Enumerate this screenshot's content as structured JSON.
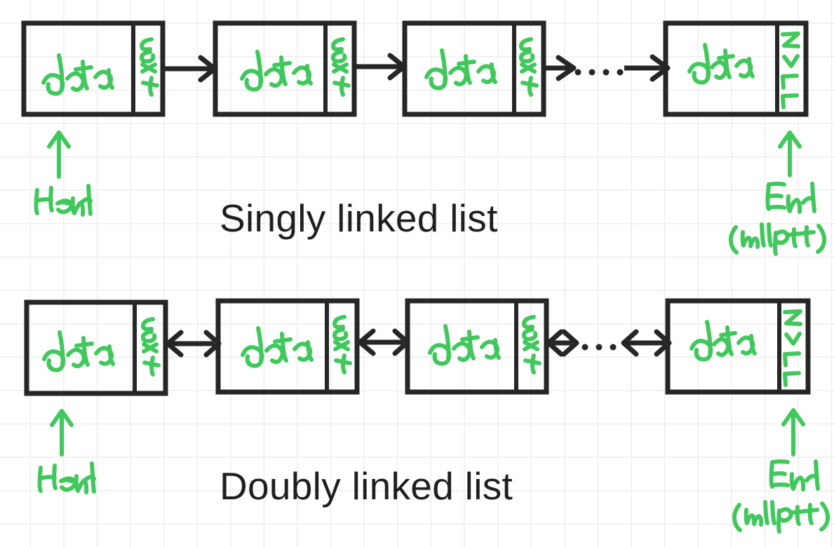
{
  "diagram": {
    "kind": "hand-drawn-whiteboard-diagram",
    "background": "graph-paper-grid",
    "colors": {
      "ink": "#262626",
      "handwriting": "#41c85c",
      "grid": "#ededed",
      "paper": "#ffffff"
    }
  },
  "sections": [
    {
      "id": "singly",
      "title": "Singly linked list",
      "head_label": "Head",
      "end_label": "End",
      "end_sublabel": "(nullptr)",
      "nodes": [
        {
          "data_label": "data",
          "pointer_label": "next"
        },
        {
          "data_label": "data",
          "pointer_label": "next"
        },
        {
          "data_label": "data",
          "pointer_label": "next"
        },
        {
          "data_label": "data",
          "pointer_label": "NULL"
        }
      ],
      "link_style": "single-arrow",
      "ellipsis": "...."
    },
    {
      "id": "doubly",
      "title": "Doubly linked list",
      "head_label": "Head",
      "end_label": "End",
      "end_sublabel": "(nullptr)",
      "nodes": [
        {
          "data_label": "data",
          "pointer_label": "next"
        },
        {
          "data_label": "data",
          "pointer_label": "next"
        },
        {
          "data_label": "data",
          "pointer_label": "next"
        },
        {
          "data_label": "data",
          "pointer_label": "NULL"
        }
      ],
      "link_style": "double-arrow",
      "ellipsis": "..."
    }
  ]
}
